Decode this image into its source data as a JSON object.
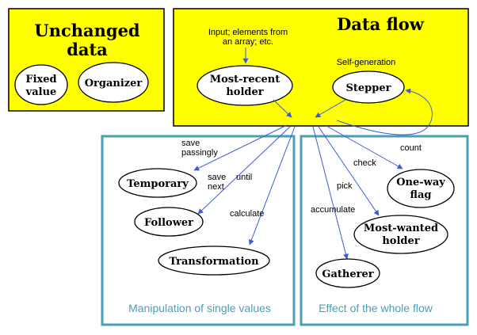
{
  "colors": {
    "box_fill": "#ffff00",
    "box_stroke": "#000000",
    "panel_stroke": "#4a9fb5",
    "panel_text": "#4a9fb5",
    "arrow": "#3b5bdb",
    "node_fill": "#ffffff"
  },
  "unchanged": {
    "title_line1": "Unchanged",
    "title_line2": "data",
    "fixed_line1": "Fixed",
    "fixed_line2": "value",
    "organizer": "Organizer"
  },
  "dataflow": {
    "title": "Data flow",
    "input_note_line1": "Input; elements from",
    "input_note_line2": "an array; etc.",
    "self_generation": "Self-generation",
    "most_recent_line1": "Most-recent",
    "most_recent_line2": "holder",
    "stepper": "Stepper"
  },
  "panels": {
    "left_caption": "Manipulation of single values",
    "right_caption": "Effect of the whole flow"
  },
  "nodes": {
    "temporary": "Temporary",
    "follower": "Follower",
    "transformation": "Transformation",
    "one_way_line1": "One-way",
    "one_way_line2": "flag",
    "most_wanted_line1": "Most-wanted",
    "most_wanted_line2": "holder",
    "gatherer": "Gatherer"
  },
  "edge_labels": {
    "save_passingly_line1": "save",
    "save_passingly_line2": "passingly",
    "save_next_line1": "save",
    "save_next_line2": "next",
    "until": "until",
    "calculate": "calculate",
    "count": "count",
    "check": "check",
    "pick": "pick",
    "accumulate": "accumulate"
  }
}
